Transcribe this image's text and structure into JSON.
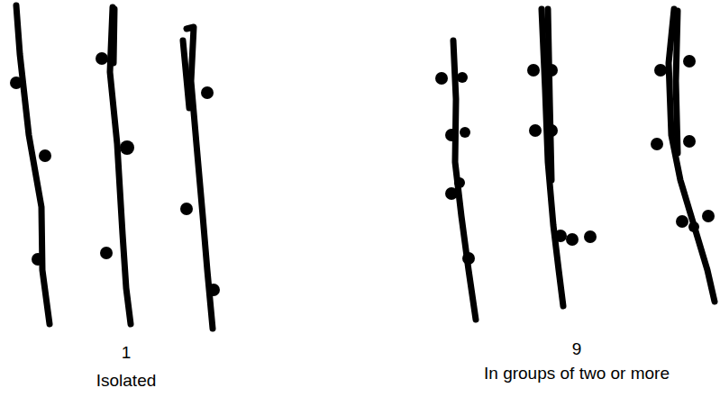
{
  "diagram": {
    "labels": [
      "1",
      "Isolated",
      "9",
      "In groups of two or more"
    ]
  }
}
